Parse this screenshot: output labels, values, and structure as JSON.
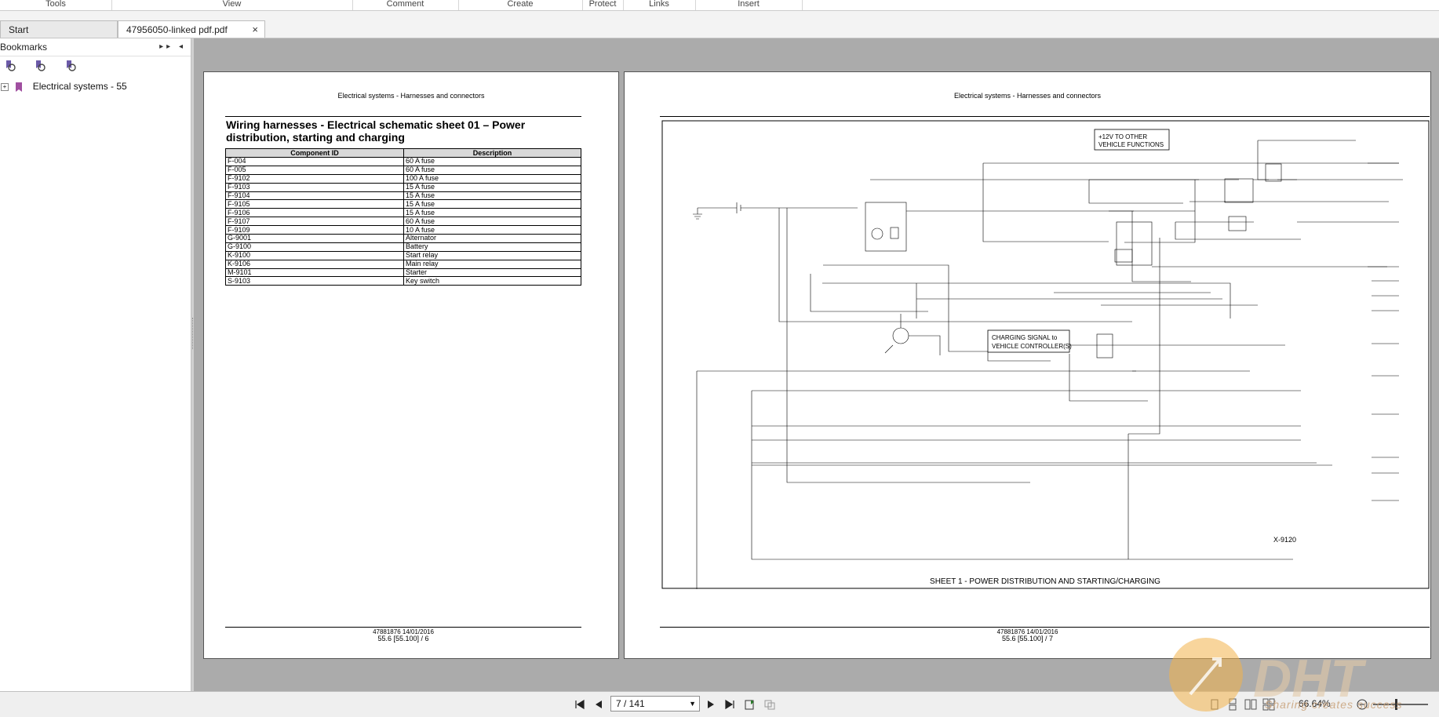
{
  "menu": [
    "Tools",
    "View",
    "Comment",
    "Create",
    "Protect",
    "Links",
    "Insert"
  ],
  "tabs": [
    {
      "label": "Start",
      "active": false
    },
    {
      "label": "47956050-linked pdf.pdf",
      "active": true,
      "close": "×"
    }
  ],
  "sidebar": {
    "title": "Bookmarks",
    "controls": "▸▸ ◂",
    "tree_toggle": "+",
    "bookmark": "Electrical systems - 55"
  },
  "page_left": {
    "header": "Electrical systems - Harnesses and connectors",
    "title": "Wiring harnesses - Electrical schematic sheet 01 – Power distribution, starting and charging",
    "columns": [
      "Component ID",
      "Description"
    ],
    "rows": [
      [
        "F-004",
        "60 A fuse"
      ],
      [
        "F-005",
        "60 A fuse"
      ],
      [
        "F-9102",
        "100 A fuse"
      ],
      [
        "F-9103",
        "15 A fuse"
      ],
      [
        "F-9104",
        "15 A fuse"
      ],
      [
        "F-9105",
        "15 A fuse"
      ],
      [
        "F-9106",
        "15 A fuse"
      ],
      [
        "F-9107",
        "60 A fuse"
      ],
      [
        "F-9109",
        "10 A fuse"
      ],
      [
        "G-9001",
        "Alternator"
      ],
      [
        "G-9100",
        "Battery"
      ],
      [
        "K-9100",
        "Start relay"
      ],
      [
        "K-9106",
        "Main relay"
      ],
      [
        "M-9101",
        "Starter"
      ],
      [
        "S-9103",
        "Key switch"
      ]
    ],
    "footer_code": "47881876 14/01/2016",
    "footer_page": "55.6 [55.100] / 6"
  },
  "page_right": {
    "header": "Electrical systems - Harnesses and connectors",
    "note_12v_1": "+12V TO OTHER",
    "note_12v_2": "VEHICLE FUNCTIONS",
    "note_charge_1": "CHARGING SIGNAL to",
    "note_charge_2": "VEHICLE CONTROLLER(S)",
    "x9120": "X-9120",
    "sheet_title": "SHEET 1 - POWER DISTRIBUTION AND STARTING/CHARGING",
    "footer_code": "47881876 14/01/2016",
    "footer_page": "55.6 [55.100] / 7"
  },
  "status": {
    "page_field": "7 / 141",
    "zoom": "66.64%",
    "watermark_logo": "DHT",
    "watermark_text": "Sharing creates success"
  }
}
